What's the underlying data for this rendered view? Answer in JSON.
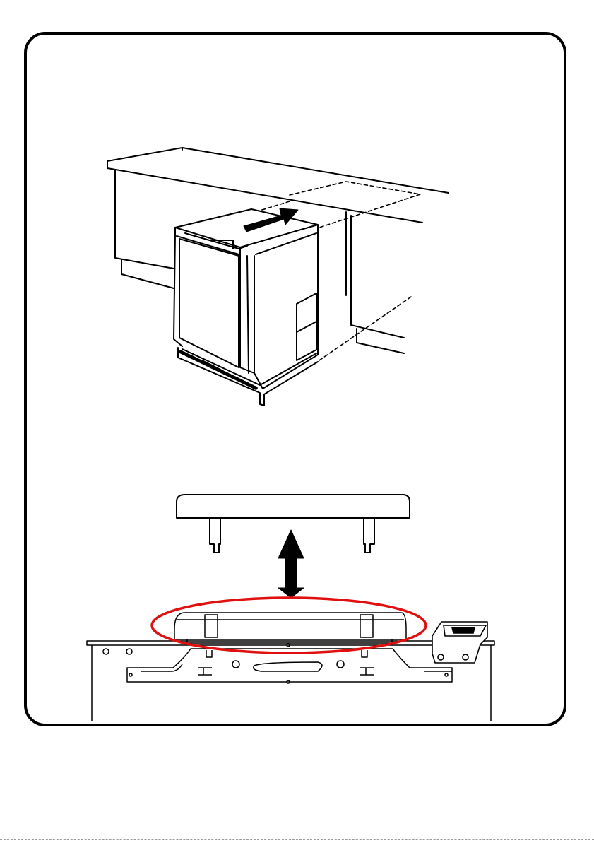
{
  "figure": {
    "outline_color": "#000000",
    "highlight_color": "#e01010",
    "arrow_color": "#000000",
    "panels": [
      {
        "name": "installation",
        "content": "appliance-pushed-into-cabinet-niche"
      },
      {
        "name": "detail",
        "content": "top-cover-removal-and-refit"
      }
    ]
  }
}
